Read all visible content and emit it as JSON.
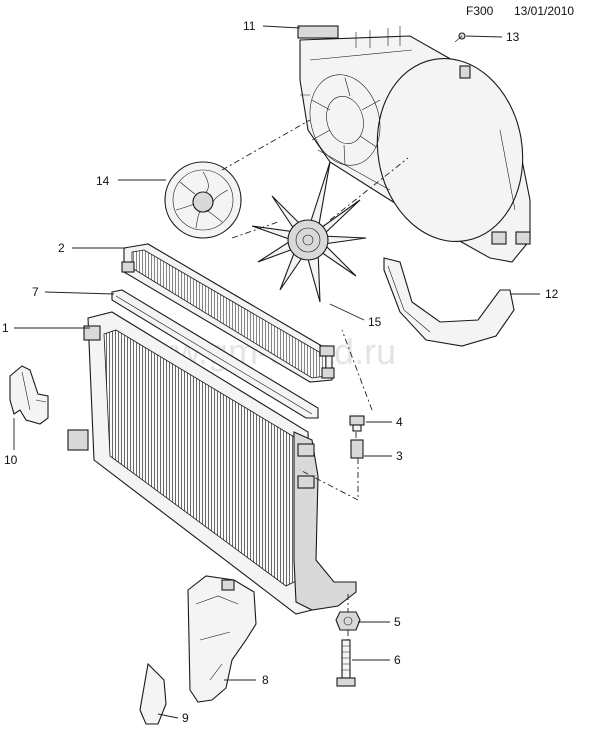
{
  "header": {
    "code": "F300",
    "date": "13/01/2010"
  },
  "watermark": "www.gm-sklad.ru",
  "callouts": {
    "c1": "1",
    "c2": "2",
    "c3": "3",
    "c4": "4",
    "c5": "5",
    "c6": "6",
    "c7": "7",
    "c8": "8",
    "c9": "9",
    "c10": "10",
    "c11": "11",
    "c12": "12",
    "c13": "13",
    "c14": "14",
    "c15": "15"
  }
}
